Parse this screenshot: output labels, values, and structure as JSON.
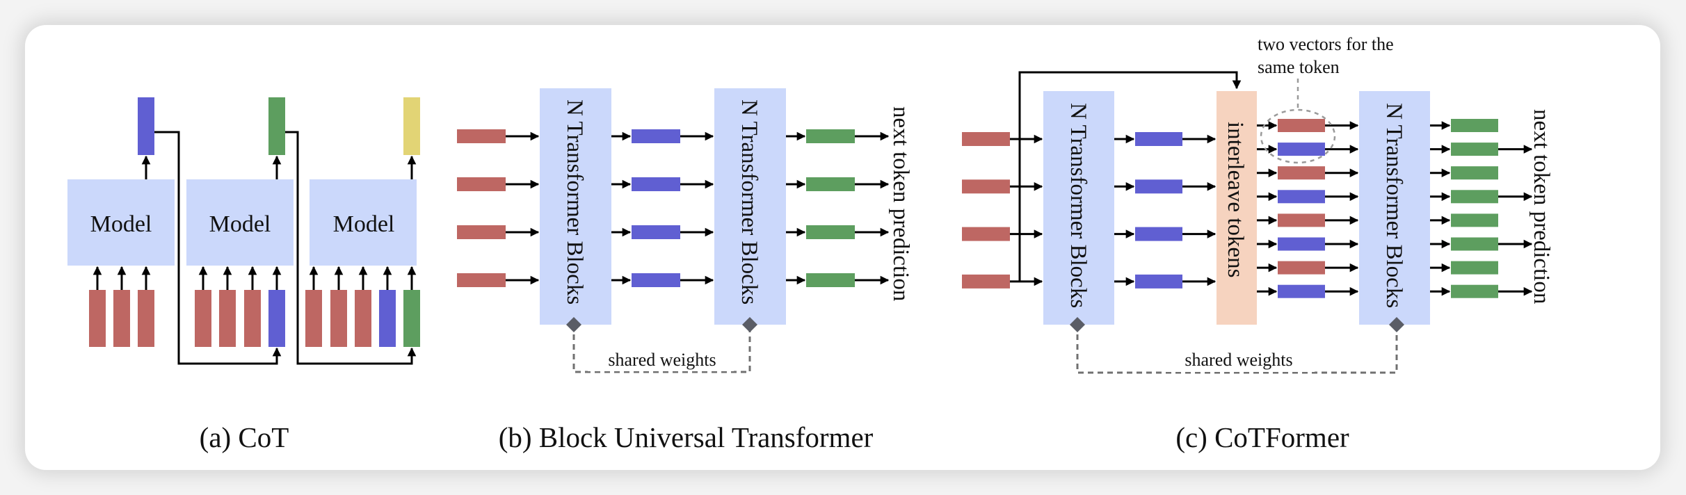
{
  "figure": {
    "colors": {
      "input_token": "#be6763",
      "step1_token": "#605fd2",
      "step2_token": "#5d9e5f",
      "step3_token": "#e2d475",
      "model_block": "#cbd8fb",
      "interleave_block": "#f6d3bf",
      "arrow": "#000000",
      "shared_link": "#707070",
      "diamond": "#5a5d66"
    },
    "panels": {
      "cot": {
        "caption": "(a) CoT",
        "model_label": "Model",
        "steps": [
          {
            "inputs": [
              "input",
              "input",
              "input"
            ],
            "output": "step1"
          },
          {
            "inputs": [
              "input",
              "input",
              "input",
              "step1"
            ],
            "output": "step2"
          },
          {
            "inputs": [
              "input",
              "input",
              "input",
              "step1",
              "step2"
            ],
            "output": "step3"
          }
        ]
      },
      "but": {
        "caption": "(b) Block Universal Transformer",
        "block_label": "N Transformer Blocks",
        "output_label": "next token prediction",
        "shared_label": "shared weights",
        "token_rows": 4
      },
      "cotformer": {
        "caption": "(c) CoTFormer",
        "block_label": "N Transformer Blocks",
        "interleave_label": "interleave tokens",
        "output_label": "next token prediction",
        "shared_label": "shared weights",
        "annotation_line1": "two vectors for the",
        "annotation_line2": "same token",
        "token_rows": 4,
        "interleaved_rows": [
          "input",
          "step1",
          "input",
          "step1",
          "input",
          "step1",
          "input",
          "step1"
        ],
        "predicting_rows": [
          false,
          true,
          false,
          true,
          false,
          true,
          false,
          true
        ]
      }
    }
  }
}
